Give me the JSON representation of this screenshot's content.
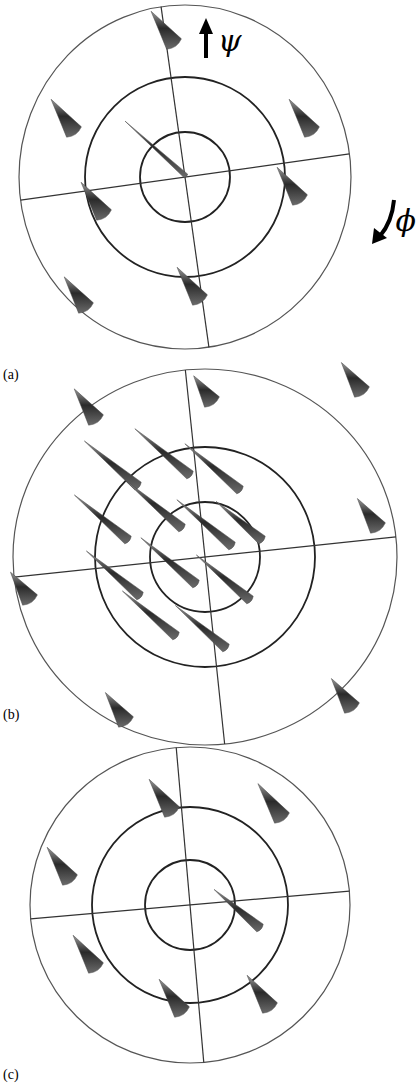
{
  "diagram": {
    "labels": [
      "ψ",
      "ϕ",
      "(a)",
      "(b)",
      "(c)"
    ]
  }
}
